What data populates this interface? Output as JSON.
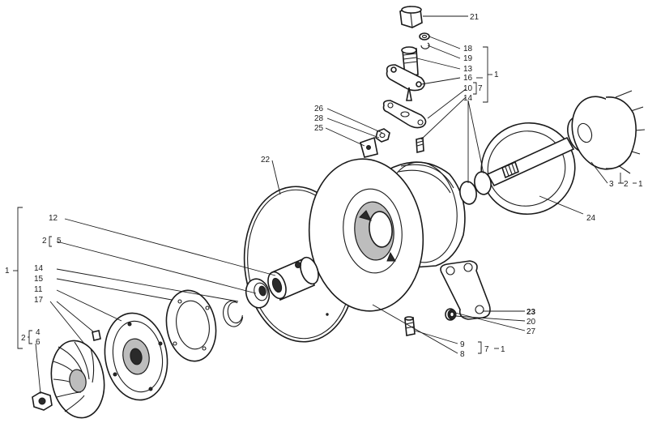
{
  "callouts": {
    "c21": "21",
    "c18": "18",
    "c19": "19",
    "c13": "13",
    "c16": "16",
    "c10": "10",
    "c14a": "14",
    "c7a": "7",
    "c1a": "1",
    "c26": "26",
    "c28": "28",
    "c25": "25",
    "c22": "22",
    "c3": "3",
    "c2a": "2",
    "c1b": "1",
    "c24": "24",
    "c12": "12",
    "c2b": "2",
    "c5": "5",
    "c1c": "1",
    "c14b": "14",
    "c15": "15",
    "c11": "11",
    "c17": "17",
    "c2c": "2",
    "c4": "4",
    "c6": "6",
    "c23": "23",
    "c20": "20",
    "c27": "27",
    "c9": "9",
    "c8": "8",
    "c7b": "7",
    "c1d": "1"
  }
}
